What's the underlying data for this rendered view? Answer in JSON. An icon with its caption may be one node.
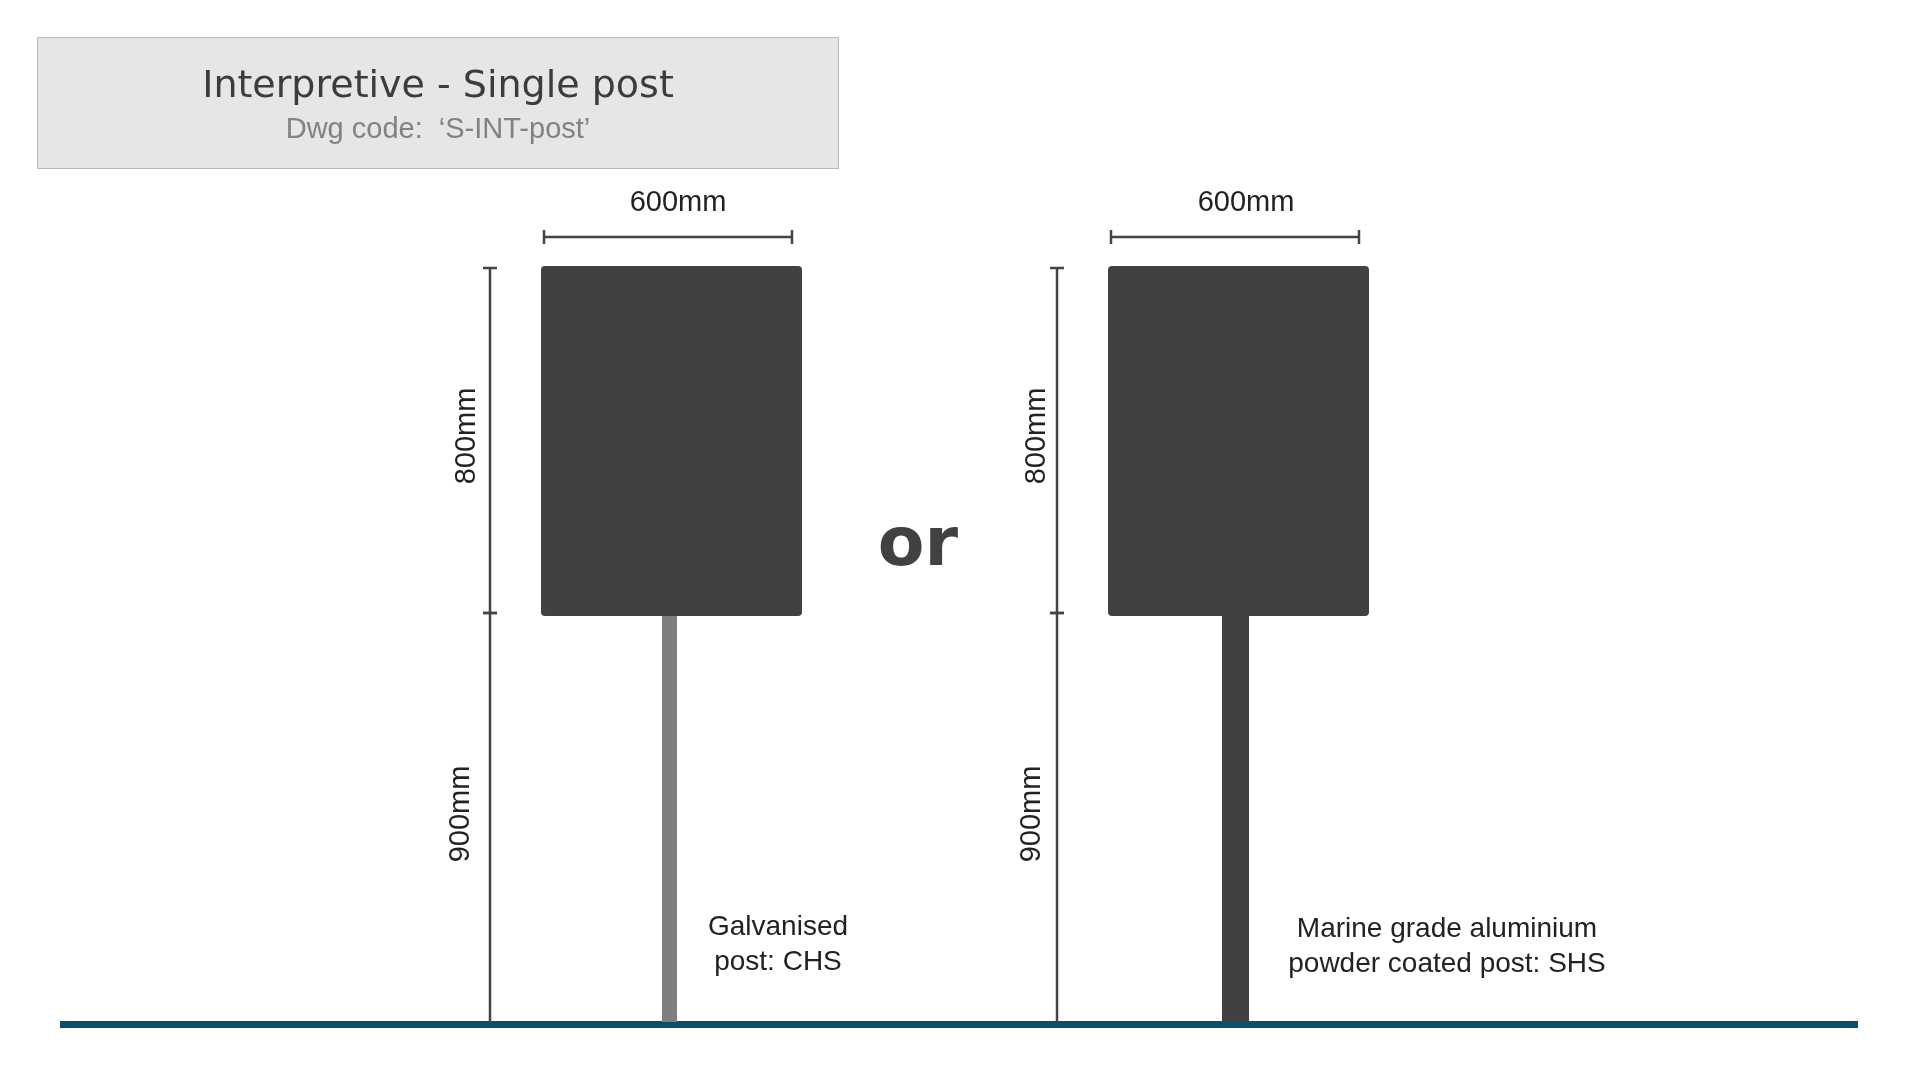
{
  "diagram": {
    "nodes": [
      {
        "text": [
          "Interpretive - Single post",
          "Dwg code:  ‘S-INT-post’"
        ]
      }
    ],
    "labels": [
      "600mm",
      "800mm",
      "900mm",
      "or",
      "600mm",
      "800mm",
      "900mm",
      "Galvanised post: CHS",
      "Marine grade aluminium powder coated post: SHS"
    ]
  }
}
